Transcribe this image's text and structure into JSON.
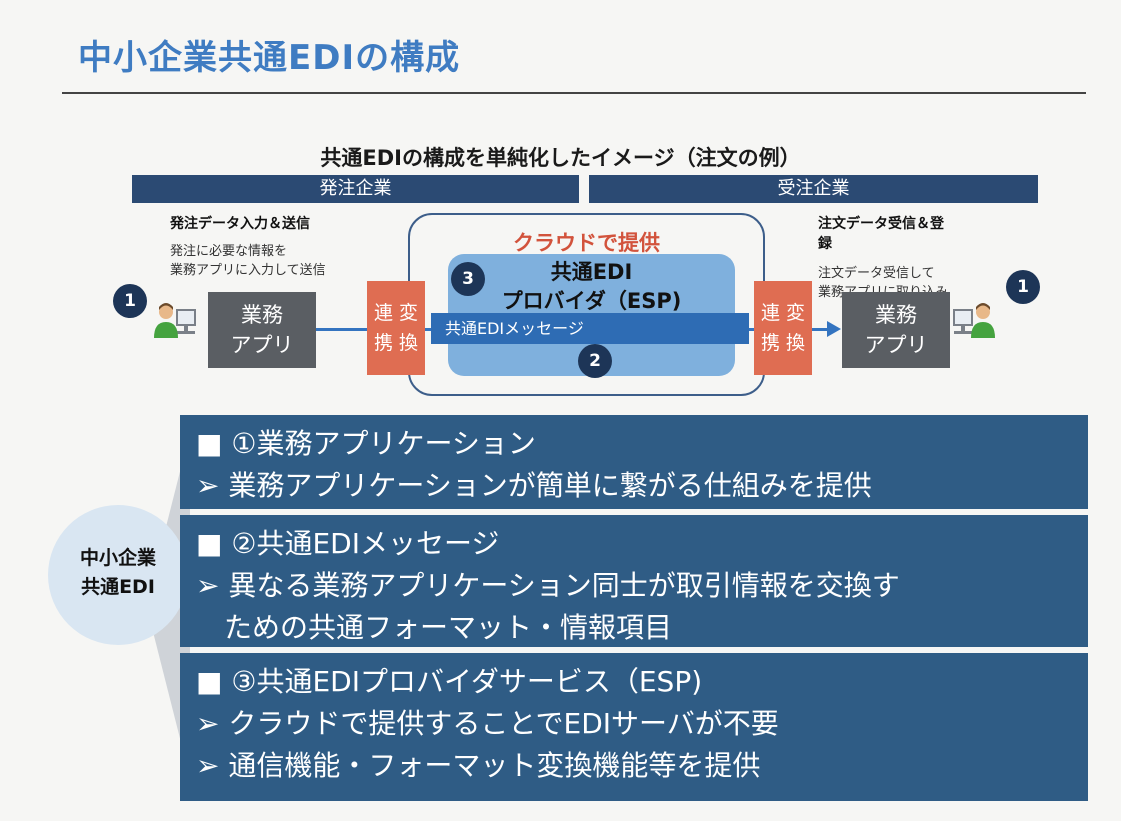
{
  "page": {
    "title": "中小企業共通EDIの構成"
  },
  "diagram": {
    "title": "共通EDIの構成を単純化したイメージ（注文の例）",
    "band_left": "発注企業",
    "band_right": "受注企業",
    "left_side": {
      "heading": "発注データ入力＆送信",
      "desc_line1": "発注に必要な情報を",
      "desc_line2": "業務アプリに入力して送信",
      "number": "1",
      "app_line1": "業務",
      "app_line2": "アプリ"
    },
    "right_side": {
      "heading_line1": "注文データ受信＆登",
      "heading_line2": "録",
      "desc_line1": "注文データ受信して",
      "desc_line2": "業務アプリに取り込み",
      "number": "1",
      "app_line1": "業務",
      "app_line2": "アプリ"
    },
    "converter": {
      "line1": "連 変",
      "line2": "携 換"
    },
    "cloud": {
      "label": "クラウドで提供",
      "esp_number": "3",
      "esp_line1": "共通EDI",
      "esp_line2": "プロバイダ（ESP)",
      "message": "共通EDIメッセージ",
      "message_number": "2"
    },
    "colors": {
      "band": "#2b4a73",
      "converter": "#df6d52",
      "cloud_label": "#d2533c",
      "esp": "#7fb0dd",
      "message": "#2e6cb4",
      "app": "#5a5e63"
    }
  },
  "summary": {
    "circle_line1": "中小企業",
    "circle_line2": "共通EDI",
    "boxes": [
      {
        "title": "■ ①業務アプリケーション",
        "lines": [
          "➢ 業務アプリケーションが簡単に繋がる仕組みを提供"
        ]
      },
      {
        "title": "■ ②共通EDIメッセージ",
        "lines": [
          "➢ 異なる業務アプリケーション同士が取引情報を交換す",
          "ための共通フォーマット・情報項目"
        ]
      },
      {
        "title": "■ ③共通EDIプロバイダサービス（ESP)",
        "lines": [
          "➢ クラウドで提供することでEDIサーバが不要",
          "➢ 通信機能・フォーマット変換機能等を提供"
        ]
      }
    ]
  }
}
